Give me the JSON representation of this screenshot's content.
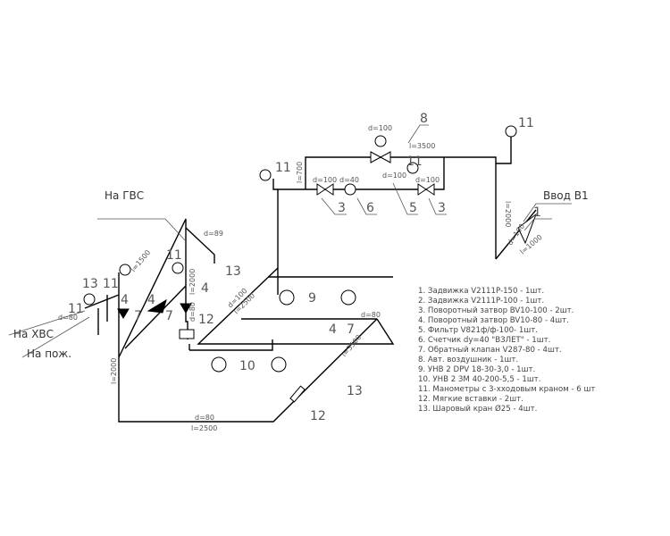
{
  "labels": {
    "na_gvs": "На ГВС",
    "na_hvs": "На ХВС",
    "na_pozh": "На пож.",
    "vvod": "Ввод В1",
    "d100a": "d=100",
    "d100b": "d=100",
    "d40": "d=40",
    "d100c": "d=100",
    "d100d": "d=100",
    "d100top": "d=100",
    "l3500top": "l=3500",
    "l700": "l=700",
    "l2000r": "l=2000",
    "d100in": "d=100",
    "l1000in": "l=1000",
    "d89": "d=89",
    "l1500": "l=1500",
    "l2000a": "l=2000",
    "d80p": "d=80",
    "d80a": "d=80",
    "d80b": "d=80",
    "l2500b": "l=2500",
    "d100m": "d=100",
    "l2500m": "l=2500",
    "l3500m": "l=3500",
    "l2000l": "l=2000",
    "d80v": "d=80"
  },
  "callouts": {
    "n1": "1",
    "n3a": "3",
    "n3b": "3",
    "n4a": "4",
    "n4b": "4",
    "n4c": "4",
    "n4d": "4",
    "n5": "5",
    "n6": "6",
    "n7a": "7",
    "n7b": "7",
    "n7c": "7",
    "n8": "8",
    "n9": "9",
    "n10": "10",
    "n11a": "11",
    "n11b": "11",
    "n11c": "11",
    "n11d": "11",
    "n11e": "11",
    "n11f": "11",
    "n12a": "12",
    "n12b": "12",
    "n13a": "13",
    "n13b": "13",
    "n13c": "13"
  },
  "legend": [
    "1. Задвижка V2111P-150 - 1шт.",
    "2. Задвижка V2111P-100 - 1шт.",
    "3. Поворотный затвор BV10-100 - 2шт.",
    "4. Поворотный затвор BV10-80 - 4шт.",
    "5. Фильтр V821ф/ф-100- 1шт.",
    "6. Счетчик dy=40 \"ВЗЛЕТ\" - 1шт.",
    "7. Обратный клапан V287-80 - 4шт.",
    "8. Авт. воздушник  - 1шт.",
    "9. УНВ 2 DPV 18-30-3,0 - 1шт.",
    "10. УНВ 2 ЗМ 40-200-5,5 - 1шт.",
    "11. Манометры с 3-хходовым краном - 6 шт",
    "12. Мягкие вставки - 2шт.",
    "13. Шаровый кран Ø25 - 4шт."
  ]
}
